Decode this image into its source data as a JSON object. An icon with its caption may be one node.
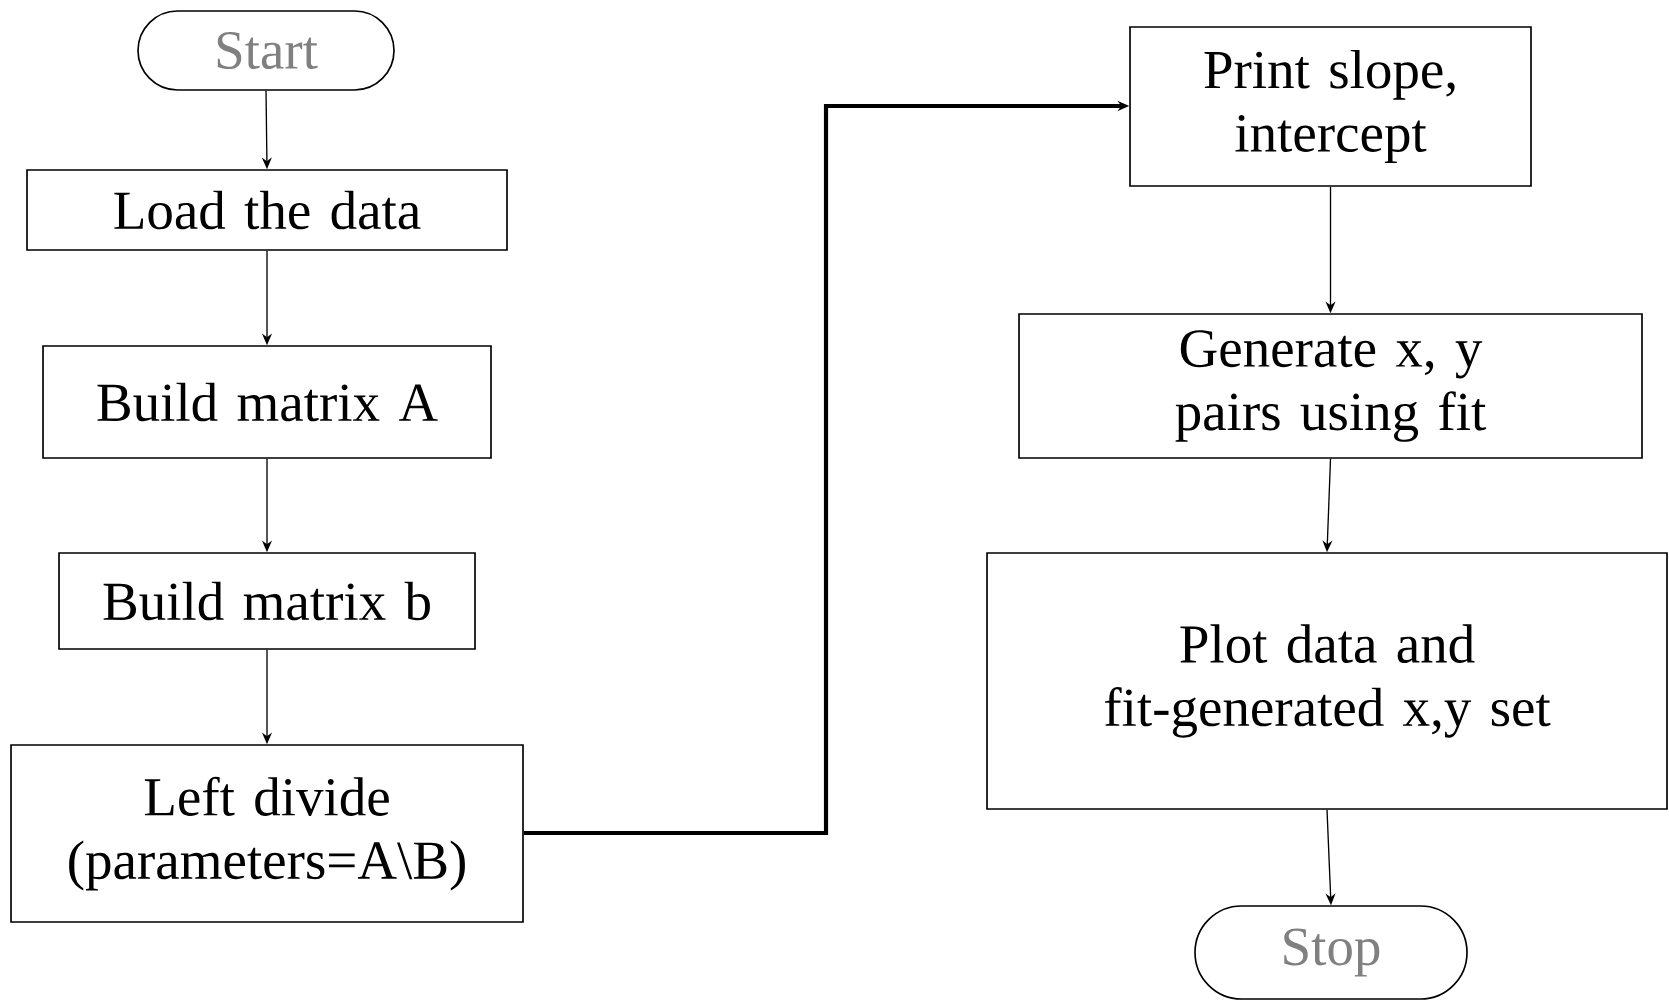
{
  "diagram": {
    "nodes": [
      {
        "text": [
          "Start"
        ]
      },
      {
        "text": [
          "Load the data"
        ]
      },
      {
        "text": [
          "Build matrix A"
        ]
      },
      {
        "text": [
          "Build matrix b"
        ]
      },
      {
        "text": [
          "Left divide (parameters=A\\B)"
        ]
      },
      {
        "text": [
          "Print slope, intercept"
        ]
      },
      {
        "text": [
          "Generate x, y pairs using fit"
        ]
      },
      {
        "text": [
          "Plot data and fit-generated x,y set"
        ]
      },
      {
        "text": [
          "Stop"
        ]
      }
    ],
    "edges": [
      {
        "from": 0,
        "to": 1,
        "arrow": "to"
      },
      {
        "from": 1,
        "to": 2,
        "arrow": "to"
      },
      {
        "from": 2,
        "to": 3,
        "arrow": "to"
      },
      {
        "from": 3,
        "to": 4,
        "arrow": "to"
      },
      {
        "from": 4,
        "to": 5,
        "arrow": "to",
        "style": "thick"
      },
      {
        "from": 5,
        "to": 6,
        "arrow": "to"
      },
      {
        "from": 6,
        "to": 7,
        "arrow": "to"
      },
      {
        "from": 7,
        "to": 8,
        "arrow": "to"
      }
    ]
  }
}
